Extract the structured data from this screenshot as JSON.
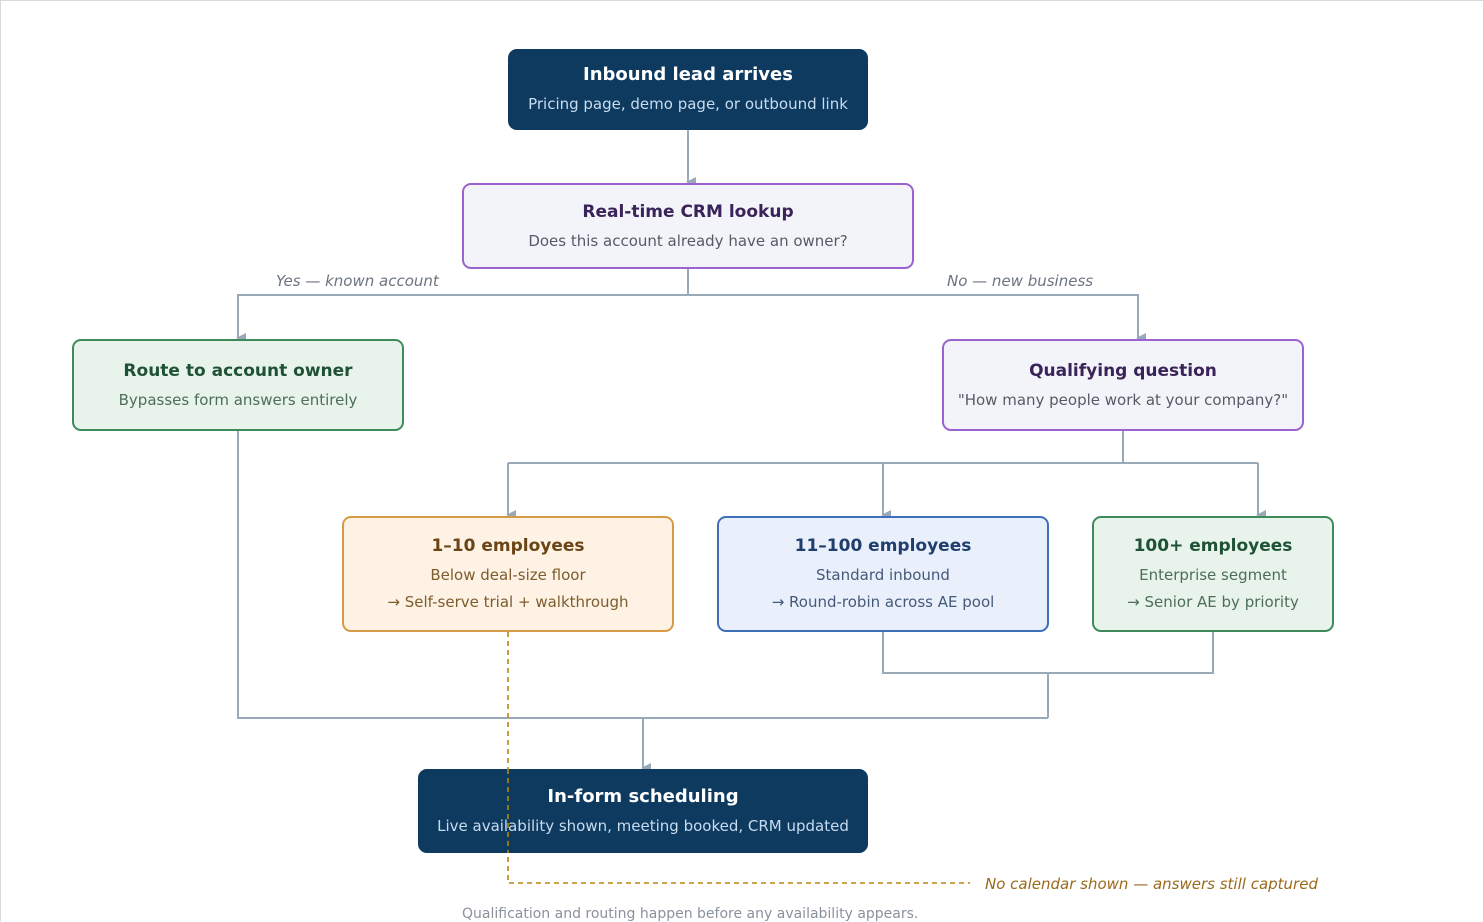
{
  "nodes": {
    "inbound": {
      "title": "Inbound lead arrives",
      "sub": "Pricing page, demo page, or outbound link"
    },
    "crm": {
      "title": "Real-time CRM lookup",
      "sub": "Does this account already have an owner?"
    },
    "owner": {
      "title": "Route to account owner",
      "sub": "Bypasses form answers entirely"
    },
    "qualify": {
      "title": "Qualifying question",
      "sub": "\"How many people work at your company?\""
    },
    "small": {
      "title": "1–10 employees",
      "sub": "Below deal-size floor",
      "route": "→ Self-serve trial + walkthrough"
    },
    "mid": {
      "title": "11–100 employees",
      "sub": "Standard inbound",
      "route": "→ Round-robin across AE pool"
    },
    "ent": {
      "title": "100+ employees",
      "sub": "Enterprise segment",
      "route": "→ Senior AE by priority"
    },
    "schedule": {
      "title": "In-form scheduling",
      "sub": "Live availability shown, meeting booked, CRM updated"
    }
  },
  "edge_labels": {
    "yes": "Yes — known account",
    "no": "No — new business",
    "no_calendar": "No calendar shown — answers still captured"
  },
  "footnote": "Qualification and routing happen before any availability appears.",
  "colors": {
    "dark": "#0e3a60",
    "purple": "#9a63cf",
    "green": "#3f8a5a",
    "orange": "#d89b45",
    "blue": "#3e6fb8",
    "connector": "#9aa9b8",
    "dashed": "#b8860b"
  }
}
